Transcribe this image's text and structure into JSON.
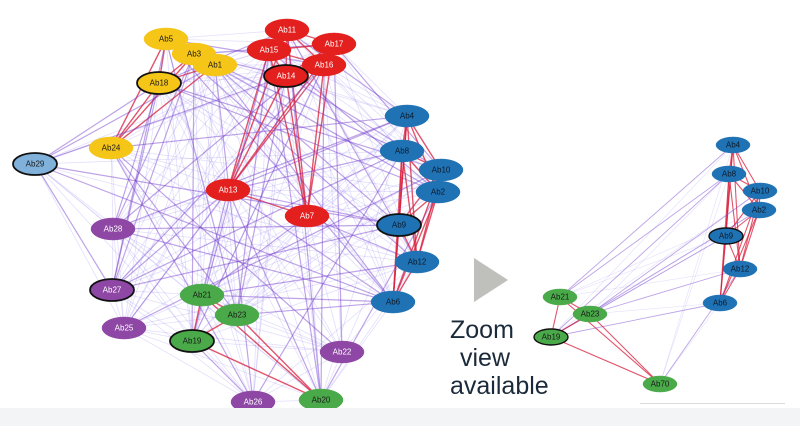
{
  "caption": {
    "line1": "Zoom",
    "line2": "view",
    "line3": "available"
  },
  "colors": {
    "yellow": "#f5c518",
    "red": "#e3201e",
    "blue": "#1f72b4",
    "lightblue": "#7fb1da",
    "purple": "#8e47a5",
    "green": "#4aaa49",
    "edge_red": "#d81b3a",
    "edge_purple": "#6f35c9",
    "edge_light": "#9b8cf0"
  },
  "main_network": {
    "nodes": [
      {
        "id": "Ab5",
        "label": "Ab5",
        "group": "yellow"
      },
      {
        "id": "Ab3",
        "label": "Ab3",
        "group": "yellow"
      },
      {
        "id": "Ab1",
        "label": "Ab1",
        "group": "yellow"
      },
      {
        "id": "Ab18",
        "label": "Ab18",
        "group": "yellow",
        "highlight": true
      },
      {
        "id": "Ab24",
        "label": "Ab24",
        "group": "yellow"
      },
      {
        "id": "Ab11",
        "label": "Ab11",
        "group": "red"
      },
      {
        "id": "Ab15",
        "label": "Ab15",
        "group": "red"
      },
      {
        "id": "Ab17",
        "label": "Ab17",
        "group": "red"
      },
      {
        "id": "Ab16",
        "label": "Ab16",
        "group": "red"
      },
      {
        "id": "Ab14",
        "label": "Ab14",
        "group": "red",
        "highlight": true
      },
      {
        "id": "Ab13",
        "label": "Ab13",
        "group": "red"
      },
      {
        "id": "Ab7",
        "label": "Ab7",
        "group": "red"
      },
      {
        "id": "Ab4",
        "label": "Ab4",
        "group": "blue"
      },
      {
        "id": "Ab8",
        "label": "Ab8",
        "group": "blue"
      },
      {
        "id": "Ab10",
        "label": "Ab10",
        "group": "blue"
      },
      {
        "id": "Ab2",
        "label": "Ab2",
        "group": "blue"
      },
      {
        "id": "Ab9",
        "label": "Ab9",
        "group": "blue",
        "highlight": true
      },
      {
        "id": "Ab12",
        "label": "Ab12",
        "group": "blue"
      },
      {
        "id": "Ab6",
        "label": "Ab6",
        "group": "blue"
      },
      {
        "id": "Ab29",
        "label": "Ab29",
        "group": "lightblue",
        "highlight": true
      },
      {
        "id": "Ab28",
        "label": "Ab28",
        "group": "purple"
      },
      {
        "id": "Ab27",
        "label": "Ab27",
        "group": "purple",
        "highlight": true
      },
      {
        "id": "Ab25",
        "label": "Ab25",
        "group": "purple"
      },
      {
        "id": "Ab22",
        "label": "Ab22",
        "group": "purple"
      },
      {
        "id": "Ab26",
        "label": "Ab26",
        "group": "purple"
      },
      {
        "id": "Ab21",
        "label": "Ab21",
        "group": "green"
      },
      {
        "id": "Ab23",
        "label": "Ab23",
        "group": "green"
      },
      {
        "id": "Ab19",
        "label": "Ab19",
        "group": "green",
        "highlight": true
      },
      {
        "id": "Ab20",
        "label": "Ab20",
        "group": "green"
      }
    ]
  },
  "zoom_network": {
    "nodes": [
      {
        "id": "Ab4",
        "label": "Ab4",
        "group": "blue"
      },
      {
        "id": "Ab8",
        "label": "Ab8",
        "group": "blue"
      },
      {
        "id": "Ab10",
        "label": "Ab10",
        "group": "blue"
      },
      {
        "id": "Ab2",
        "label": "Ab2",
        "group": "blue"
      },
      {
        "id": "Ab9",
        "label": "Ab9",
        "group": "blue",
        "highlight": true
      },
      {
        "id": "Ab12",
        "label": "Ab12",
        "group": "blue"
      },
      {
        "id": "Ab6",
        "label": "Ab6",
        "group": "blue"
      },
      {
        "id": "Ab21",
        "label": "Ab21",
        "group": "green"
      },
      {
        "id": "Ab23",
        "label": "Ab23",
        "group": "green"
      },
      {
        "id": "Ab19",
        "label": "Ab19",
        "group": "green",
        "highlight": true
      },
      {
        "id": "Ab70",
        "label": "Ab70",
        "group": "green"
      }
    ]
  }
}
